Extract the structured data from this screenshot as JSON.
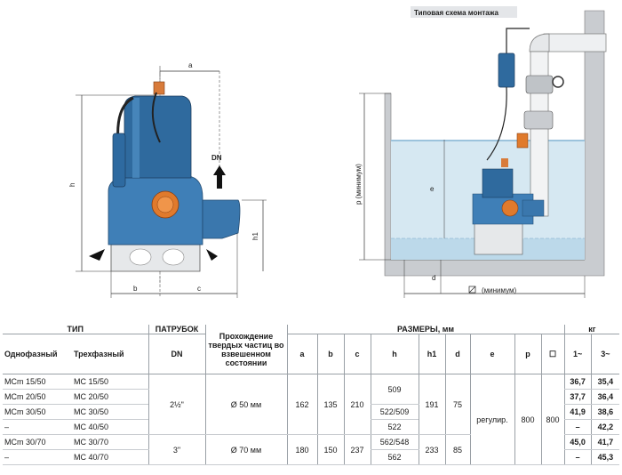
{
  "scheme_title": "Типовая схема монтажа",
  "dims": {
    "a": "a",
    "b": "b",
    "c": "c",
    "h": "h",
    "h1": "h1",
    "DN": "DN",
    "p": "p (минимум)",
    "e": "e",
    "d": "d",
    "min": "(минимум)"
  },
  "table": {
    "headers": {
      "type": "ТИП",
      "outlet": "ПАТРУБОК",
      "passage": "Прохождение твердых частиц во взвешенном состоянии",
      "dims": "РАЗМЕРЫ, мм",
      "kg": "кг",
      "single": "Однофазный",
      "three": "Трехфазный",
      "dn": "DN",
      "a": "a",
      "b": "b",
      "c": "c",
      "h": "h",
      "h1": "h1",
      "d": "d",
      "e": "e",
      "p": "p",
      "sq": "☐",
      "k1": "1~",
      "k3": "3~"
    },
    "rows": [
      {
        "single": "MCm 15/50",
        "three": "MC 15/50",
        "kg1": "36,7",
        "kg3": "35,4"
      },
      {
        "single": "MCm 20/50",
        "three": "MC 20/50",
        "kg1": "37,7",
        "kg3": "36,4"
      },
      {
        "single": "MCm 30/50",
        "three": "MC 30/50",
        "kg1": "41,9",
        "kg3": "38,6"
      },
      {
        "single": "–",
        "three": "MC 40/50",
        "kg1": "–",
        "kg3": "42,2"
      },
      {
        "single": "MCm 30/70",
        "three": "MC 30/70",
        "kg1": "45,0",
        "kg3": "41,7"
      },
      {
        "single": "–",
        "three": "MC 40/70",
        "kg1": "–",
        "kg3": "45,3"
      }
    ],
    "group50": {
      "dn": "2½\"",
      "passage": "Ø 50 мм",
      "a": "162",
      "b": "135",
      "c": "210",
      "h_top": "509",
      "h_mid": "522/509",
      "h_bot": "522",
      "h1": "191",
      "d": "75"
    },
    "group70": {
      "dn": "3\"",
      "passage": "Ø 70 мм",
      "a": "180",
      "b": "150",
      "c": "237",
      "h_top": "562/548",
      "h_bot": "562",
      "h1": "233",
      "d": "85"
    },
    "shared": {
      "e": "регулир.",
      "p": "800",
      "sq": "800"
    }
  }
}
